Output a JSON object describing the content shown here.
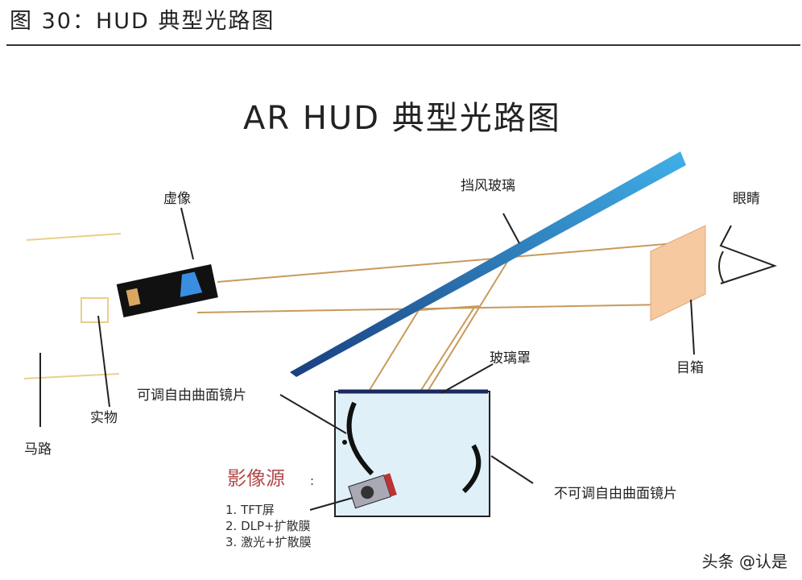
{
  "figure_title": "图 30：HUD 典型光路图",
  "diagram_title": "AR HUD 典型光路图",
  "labels": {
    "virtual_image": "虚像",
    "windshield": "挡风玻璃",
    "eyes": "眼睛",
    "eyebox": "目箱",
    "glass_cover": "玻璃罩",
    "adjustable_mirror": "可调自由曲面镜片",
    "fixed_mirror": "不可调自由曲面镜片",
    "real_object": "实物",
    "road": "马路"
  },
  "image_source": {
    "title": "影像源",
    "colon": ":",
    "items": [
      "1. TFT屏",
      "2. DLP+扩散膜",
      "3. 激光+扩散膜"
    ]
  },
  "watermark": "头条 @认是",
  "colors": {
    "windshield": "#2e8fd0",
    "beam": "#c89a5a",
    "box": "#dff0f8",
    "eyebox": "#f6c9a0",
    "source_label": "#b24a4a"
  }
}
